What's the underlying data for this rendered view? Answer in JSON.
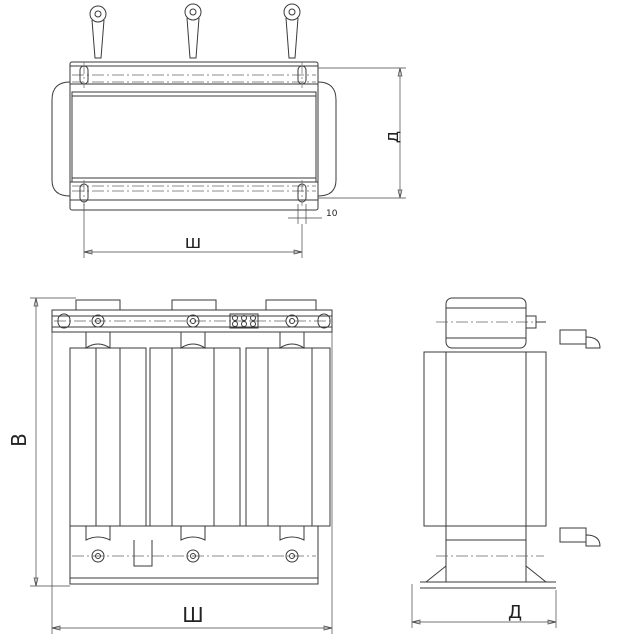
{
  "top_view": {
    "dim_depth_label": "д",
    "dim_width_label": "ш",
    "dim_offset_label": "10"
  },
  "front_view": {
    "dim_height_label": "В",
    "dim_width_label": "Ш"
  },
  "side_view": {
    "dim_depth_label": "Д"
  },
  "colors": {
    "line": "#3a3a3a",
    "background": "#ffffff"
  }
}
